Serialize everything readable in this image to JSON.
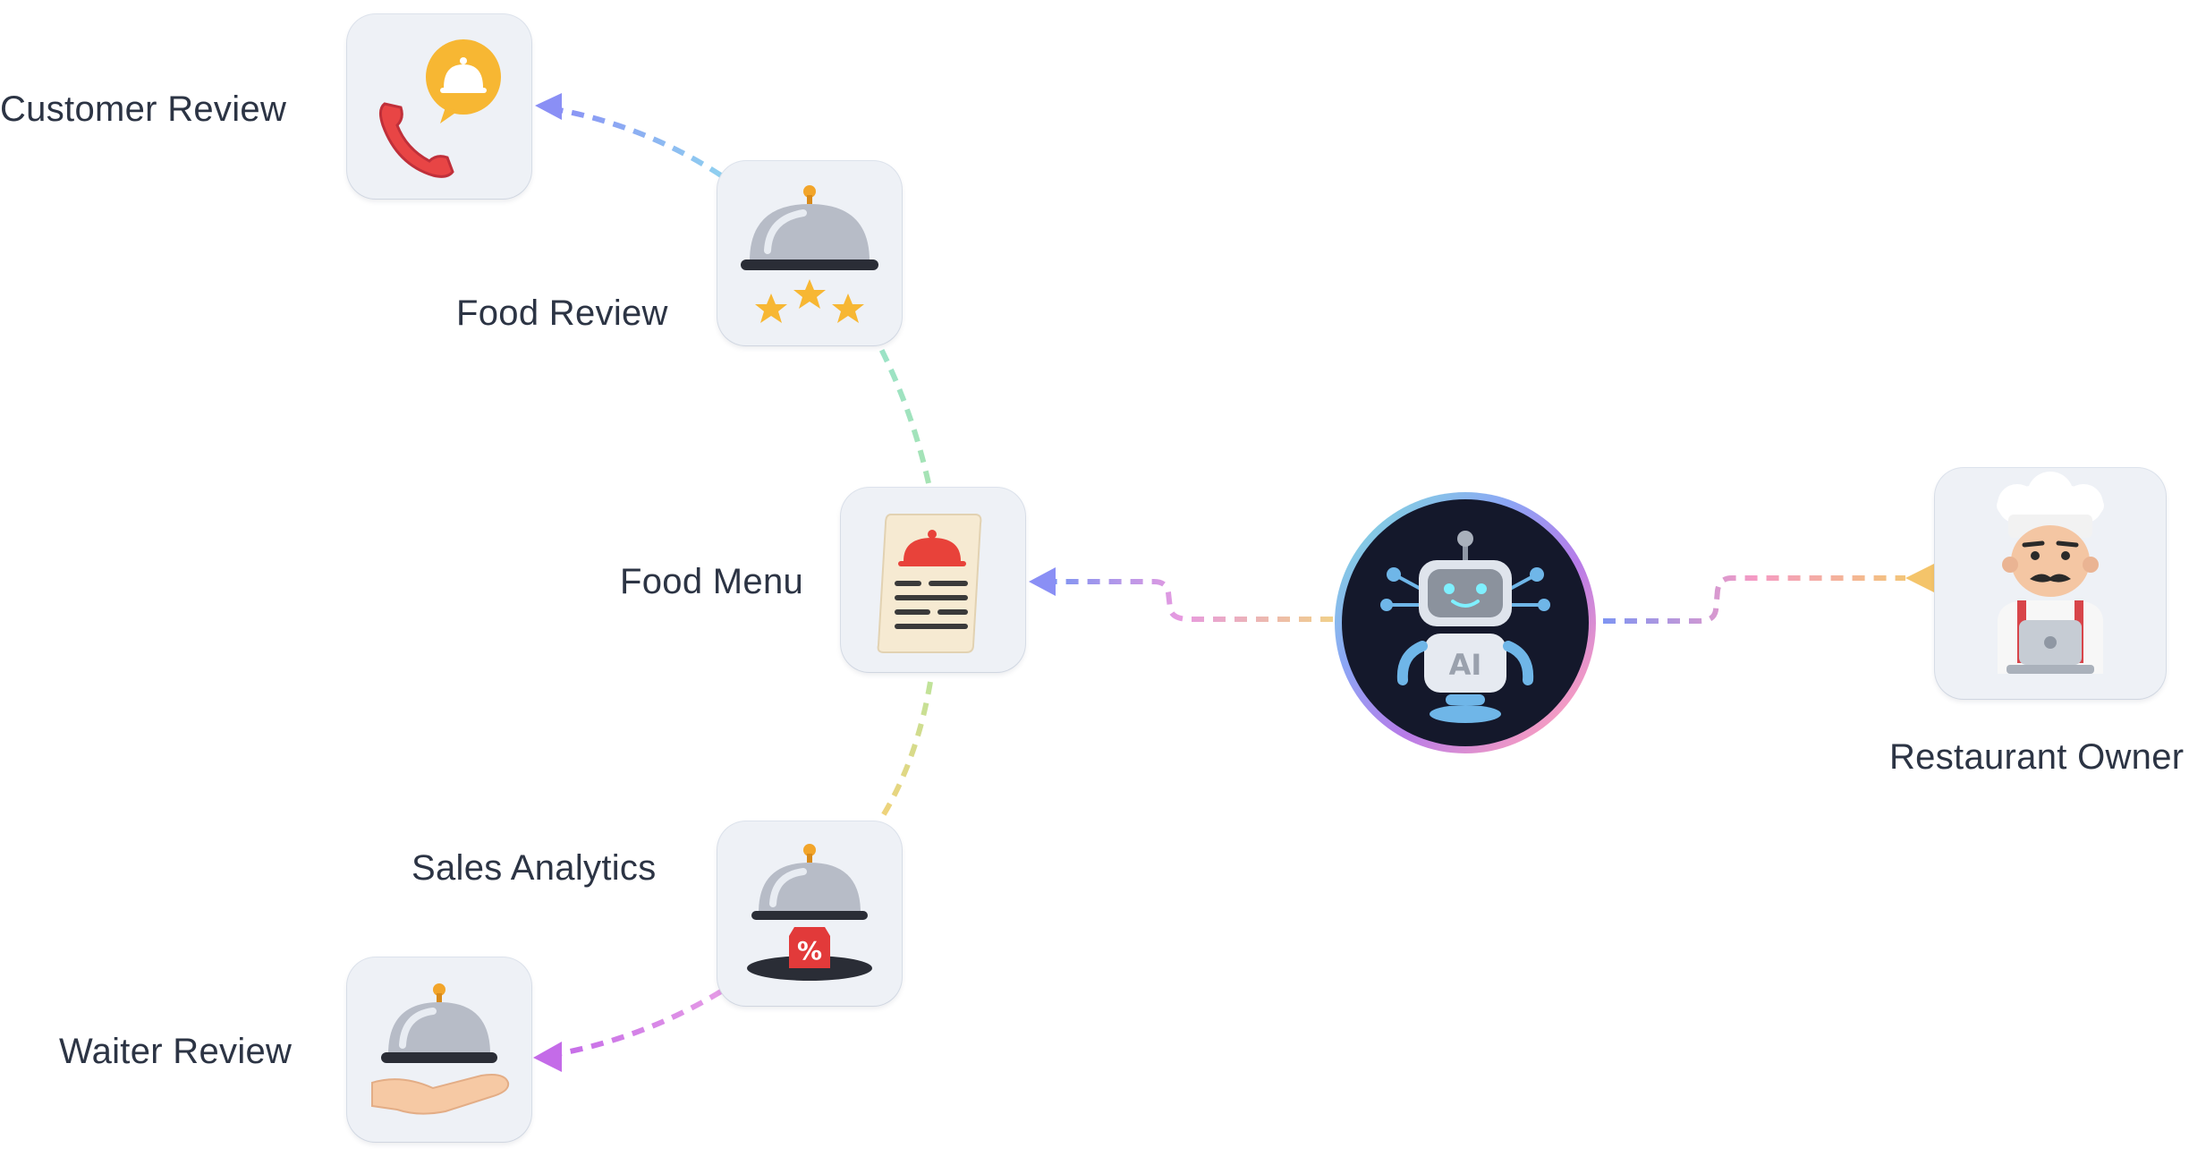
{
  "diagram": {
    "nodes": {
      "customer_review": {
        "label": "Customer Review",
        "icon": "phone-chat-icon"
      },
      "food_review": {
        "label": "Food Review",
        "icon": "cloche-stars-icon"
      },
      "food_menu": {
        "label": "Food Menu",
        "icon": "menu-scroll-icon"
      },
      "sales_analytics": {
        "label": "Sales Analytics",
        "icon": "cloche-discount-tag-icon"
      },
      "waiter_review": {
        "label": "Waiter Review",
        "icon": "cloche-hand-icon"
      },
      "ai_hub": {
        "label": "AI",
        "icon": "robot-icon"
      },
      "restaurant_owner": {
        "label": "Restaurant Owner",
        "icon": "chef-laptop-icon"
      }
    },
    "colors": {
      "card_bg": "#eef1f6",
      "text": "#2c3444",
      "arrow_blue": "#8a8ff5",
      "arrow_purple": "#c46be8",
      "arrow_orange": "#f4c46a",
      "hub_bg": "#14182b"
    }
  }
}
